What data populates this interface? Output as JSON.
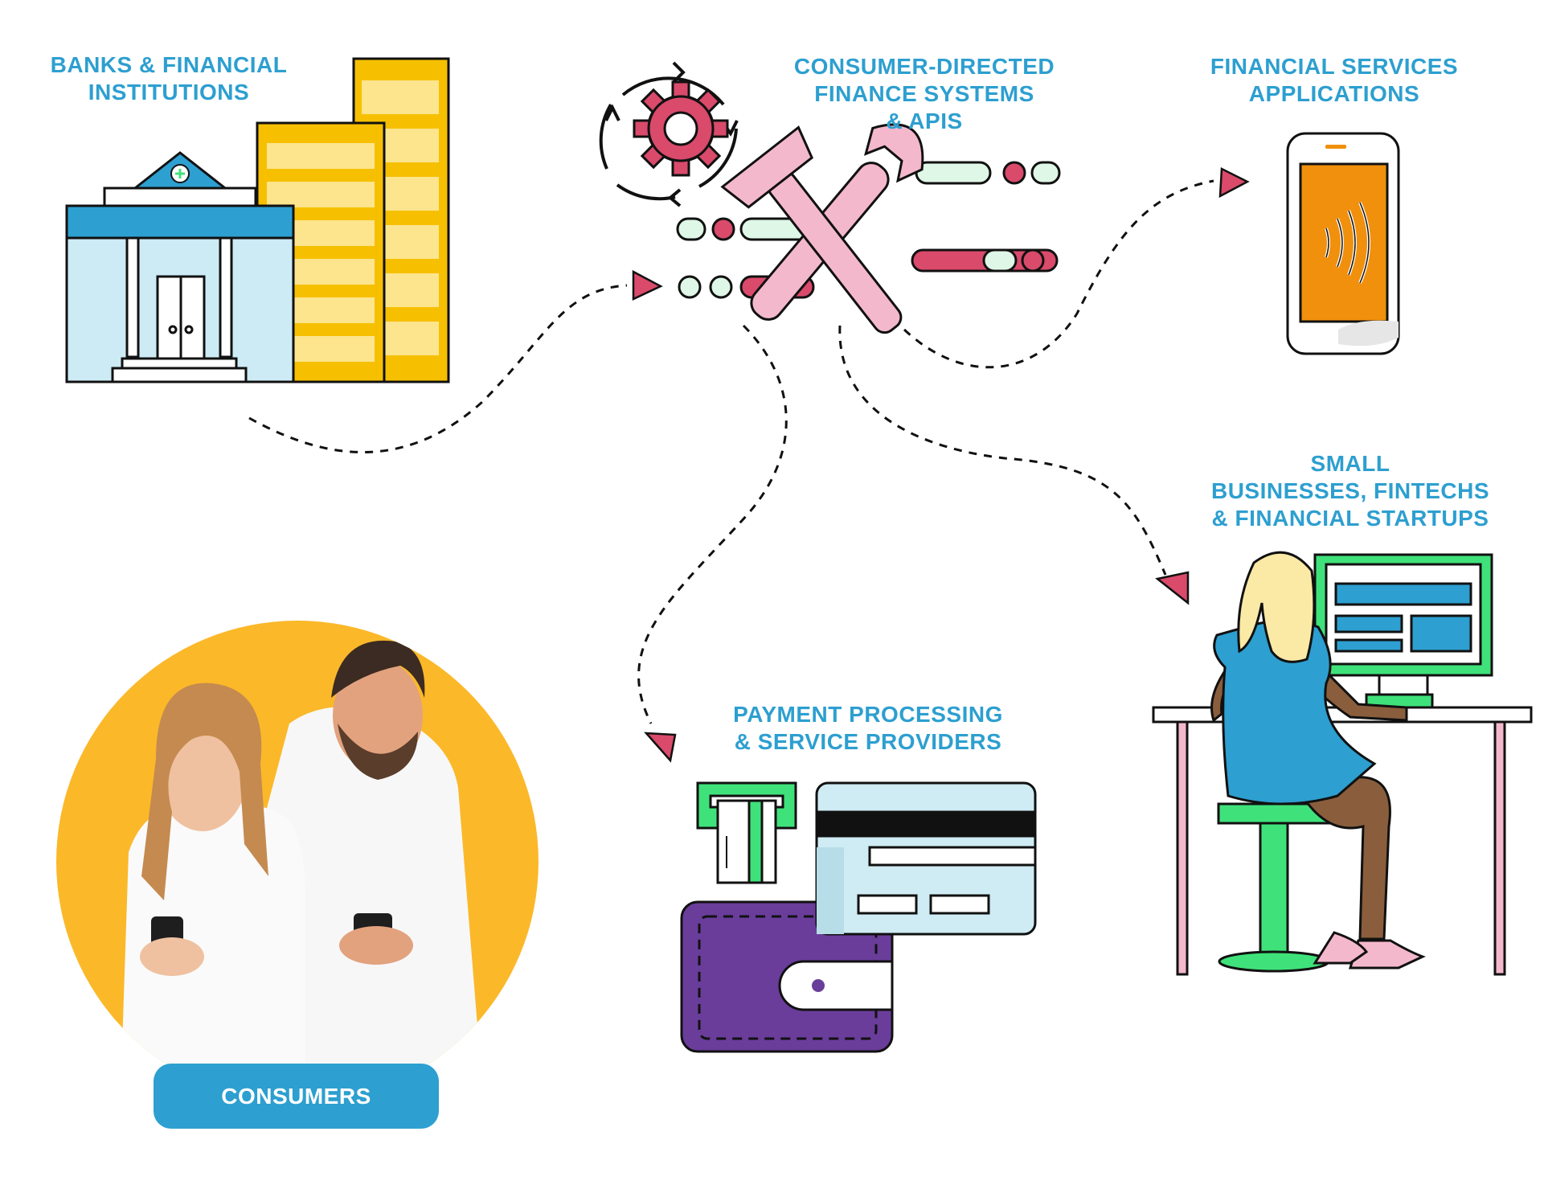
{
  "nodes": {
    "banks": {
      "lines": [
        "BANKS & FINANCIAL",
        "INSTITUTIONS"
      ]
    },
    "cdfs": {
      "lines": [
        "CONSUMER-DIRECTED",
        "FINANCE SYSTEMS",
        "& APIS"
      ]
    },
    "fsa": {
      "lines": [
        "FINANCIAL SERVICES",
        "APPLICATIONS"
      ]
    },
    "payment": {
      "lines": [
        "PAYMENT PROCESSING",
        "& SERVICE PROVIDERS"
      ]
    },
    "small": {
      "lines": [
        "SMALL",
        "BUSINESSES, FINTECHS",
        "& FINANCIAL STARTUPS"
      ]
    },
    "consumers": {
      "label": "CONSUMERS"
    }
  },
  "colors": {
    "label_blue": "#2d9fd0",
    "arrow_pink": "#d94a6b",
    "building_yellow": "#f6c000",
    "building_light_yellow": "#fde58d",
    "bank_blue": "#2d9fd0",
    "bank_light": "#cdebf5",
    "tool_pink": "#f4b8cc",
    "mint": "#dff7e6",
    "phone_orange": "#f0900d",
    "green": "#3fe27a",
    "wallet_purple": "#6a3d9a",
    "card_light": "#cfecf4",
    "dress_blue": "#2d9fd0",
    "hair_blonde": "#fbe9a6",
    "consumers_bg": "#fbb829"
  },
  "icons": [
    "bank-building-icon",
    "gear-cycle-icon",
    "wrench-hammer-icon",
    "smartphone-nfc-icon",
    "payment-wallet-cards-icon",
    "woman-at-computer-icon",
    "consumers-photo"
  ]
}
